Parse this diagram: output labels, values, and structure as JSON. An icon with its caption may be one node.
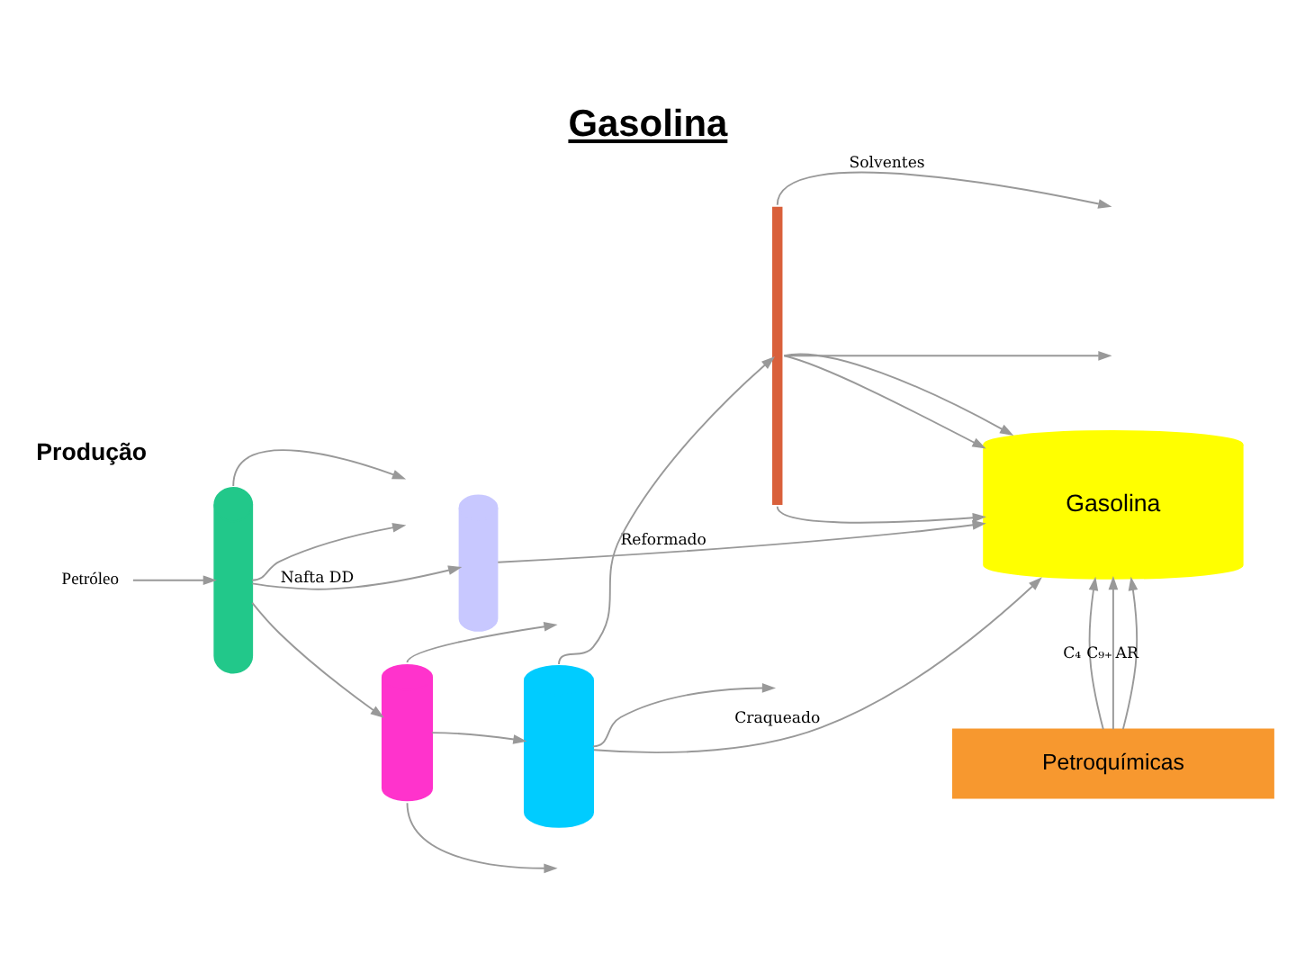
{
  "diagram": {
    "title": "Gasolina",
    "nodes": [
      {
        "text": [
          "Petróleo"
        ]
      },
      {
        "text": [],
        "shape": "cylinder"
      },
      {
        "text": [],
        "shape": "cylinder"
      },
      {
        "text": [],
        "shape": "cylinder"
      },
      {
        "text": [],
        "shape": "cylinder"
      },
      {
        "text": [],
        "shape": "bar"
      },
      {
        "text": [
          "Gasolina"
        ]
      },
      {
        "text": [
          "Petroquímicas"
        ]
      }
    ],
    "edges": [
      {
        "from": 0,
        "to": 1,
        "arrow": "to"
      },
      {
        "from": 1,
        "to": null,
        "arrow": "to"
      },
      {
        "from": 1,
        "to": 2,
        "arrow": "to",
        "label": "Nafta DD"
      },
      {
        "from": 1,
        "to": null,
        "arrow": "to"
      },
      {
        "from": 1,
        "to": 3,
        "arrow": "to"
      },
      {
        "from": 3,
        "to": null,
        "arrow": "to"
      },
      {
        "from": 3,
        "to": null,
        "arrow": "to"
      },
      {
        "from": 3,
        "to": 4,
        "arrow": "to"
      },
      {
        "from": 2,
        "to": 6,
        "arrow": "to",
        "label": "Reformado"
      },
      {
        "from": 4,
        "to": 5,
        "arrow": "to"
      },
      {
        "from": 4,
        "to": null,
        "arrow": "to"
      },
      {
        "from": 4,
        "to": 6,
        "arrow": "to",
        "label": "Craqueado"
      },
      {
        "from": 5,
        "to": null,
        "arrow": "to",
        "label": "Solventes"
      },
      {
        "from": 5,
        "to": 6,
        "arrow": "to"
      },
      {
        "from": 5,
        "to": 6,
        "arrow": "to"
      },
      {
        "from": 5,
        "to": null,
        "arrow": "to"
      },
      {
        "from": 5,
        "to": 6,
        "arrow": "to"
      },
      {
        "from": 7,
        "to": 6,
        "arrow": "to",
        "label": "C₄"
      },
      {
        "from": 7,
        "to": 6,
        "arrow": "to",
        "label": "AR"
      },
      {
        "from": 7,
        "to": 6,
        "arrow": "to",
        "label": "C₉₊"
      }
    ],
    "labels": [
      "Produção"
    ]
  }
}
